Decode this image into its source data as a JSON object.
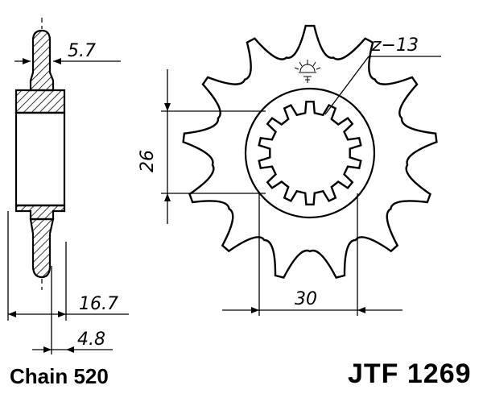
{
  "dimensions": {
    "hub_width": "5.7",
    "overall_width": "16.7",
    "plate_thickness": "4.8",
    "spline_diameter": "26",
    "hub_diameter": "30",
    "tooth_count": "z−13"
  },
  "footer": {
    "chain": "Chain 520",
    "part_number": "JTF 1269"
  },
  "sprocket": {
    "teeth": 13,
    "splines": 14
  },
  "icons": {
    "brand_mark": "sun-emblem-icon"
  }
}
